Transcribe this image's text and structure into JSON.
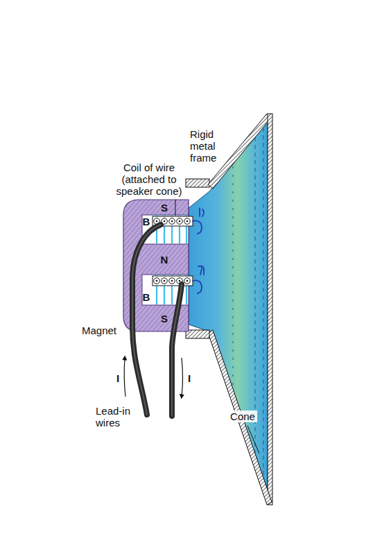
{
  "diagram": {
    "labels": [
      "Rigid metal frame",
      "Coil of wire (attached to speaker cone)",
      "S",
      "B",
      "N",
      "B",
      "S",
      "Magnet",
      "I",
      "I",
      "Lead-in wires",
      "Cone"
    ]
  }
}
